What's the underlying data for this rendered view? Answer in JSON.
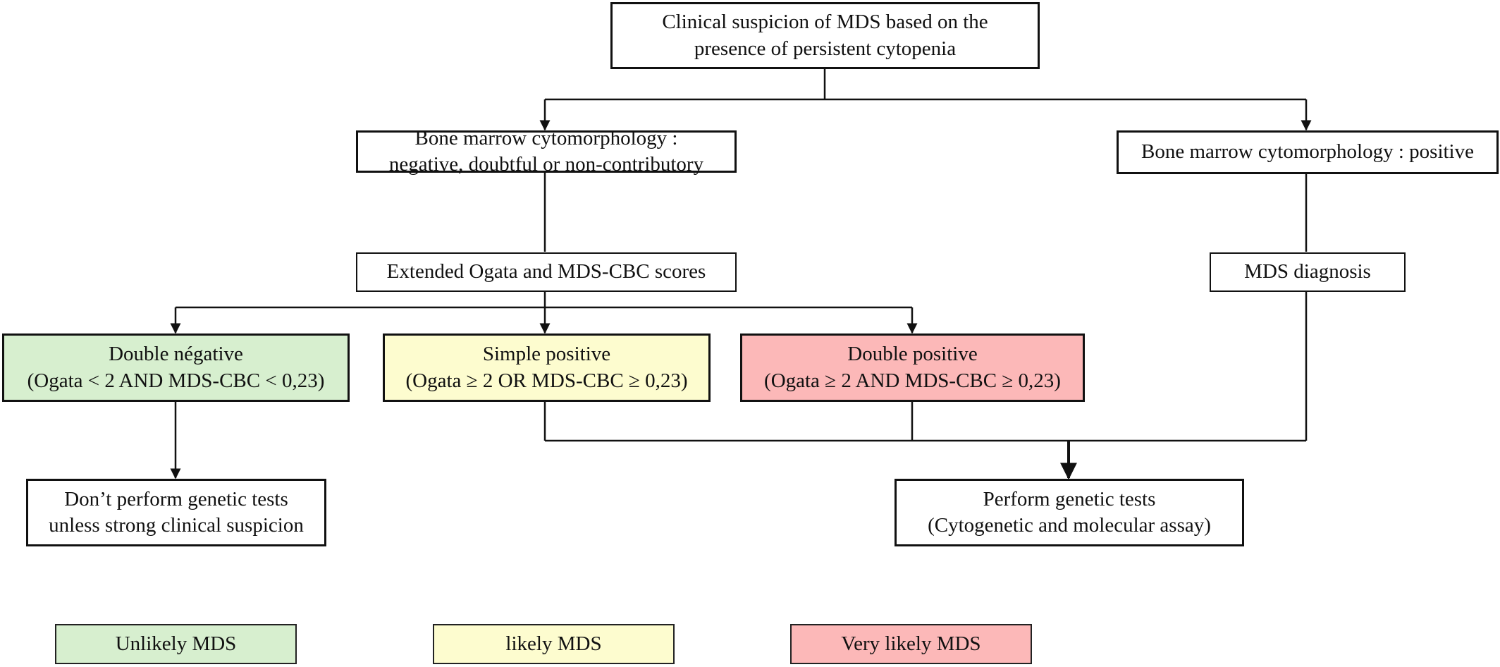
{
  "colors": {
    "unlikely": "#d7efcf",
    "likely": "#fdfccf",
    "very_likely": "#fcb8b8",
    "line": "#111111"
  },
  "nodes": {
    "suspicion": {
      "line1": "Clinical suspicion of MDS based on the",
      "line2": "presence of persistent cytopenia"
    },
    "cyto_negative": {
      "line1": "Bone marrow cytomorphology :",
      "line2": "negative, doubtful or non-contributory"
    },
    "cyto_positive": {
      "line1": "Bone marrow cytomorphology : positive"
    },
    "scores": {
      "line1": "Extended Ogata and MDS-CBC  scores"
    },
    "mds_diagnosis": {
      "line1": "MDS diagnosis"
    },
    "double_negative": {
      "line1": "Double négative",
      "line2": "(Ogata < 2 AND MDS-CBC  < 0,23)"
    },
    "simple_positive": {
      "line1": "Simple positive",
      "line2": "(Ogata ≥ 2 OR MDS-CBC ≥ 0,23)"
    },
    "double_positive": {
      "line1": "Double positive",
      "line2": "(Ogata ≥ 2 AND MDS-CBC ≥ 0,23)"
    },
    "no_genetic": {
      "line1": "Don’t perform genetic tests",
      "line2": "unless strong clinical suspicion"
    },
    "genetic": {
      "line1": "Perform genetic tests",
      "line2": "(Cytogenetic and molecular assay)"
    }
  },
  "legend": {
    "unlikely": "Unlikely MDS",
    "likely": "likely MDS",
    "very_likely": "Very likely MDS"
  }
}
